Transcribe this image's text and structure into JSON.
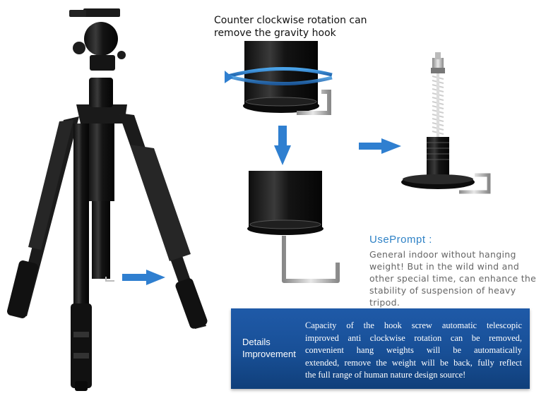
{
  "caption": {
    "line1": "Counter clockwise rotation can",
    "line2": "remove the gravity hook"
  },
  "use_prompt": {
    "title": "UsePrompt :",
    "lines": [
      "General indoor without hanging",
      "weight! But in the wild wind and",
      "other special time, can enhance the",
      "stability of suspension of heavy",
      "tripod."
    ]
  },
  "details": {
    "label_line1": "Details",
    "label_line2": "Improvement",
    "lines": [
      "Capacity of the hook screw automatic telescopic",
      "improved anti clockwise rotation can be removed,",
      "convenient hang weights will be automatically",
      "extended, remove the weight will be back, fully reflect",
      "the full range of human nature design source!"
    ]
  },
  "colors": {
    "arrow": "#2f7fd0",
    "accent_text": "#2f82c6",
    "panel": "#184f96"
  },
  "icons": {
    "arrow": "arrow-right-icon",
    "down_arrow": "arrow-down-icon",
    "rotation": "rotate-ccw-icon"
  }
}
